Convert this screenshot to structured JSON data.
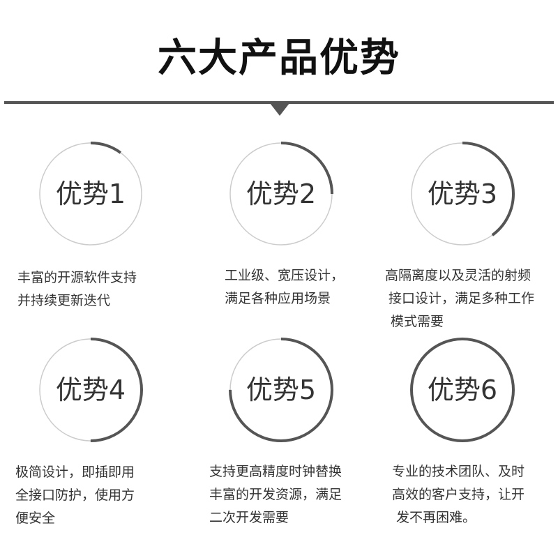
{
  "header": {
    "title": "六大产品优势"
  },
  "colors": {
    "accent": "#555555",
    "ring": "#cccccc",
    "text": "#333333"
  },
  "advantages": [
    {
      "label": "优势1",
      "lines": [
        "丰富的开源软件支持",
        "并持续更新迭代"
      ],
      "progress": 0.1
    },
    {
      "label": "优势2",
      "lines": [
        "工业级、宽压设计，",
        "满足各种应用场景"
      ],
      "progress": 0.25
    },
    {
      "label": "优势3",
      "lines": [
        "高隔离度以及灵活的射频",
        "接口设计，满足多种工作",
        "模式需要"
      ],
      "progress": 0.4
    },
    {
      "label": "优势4",
      "lines": [
        "极简设计，即插即用",
        "全接口防护，使用方",
        "便安全"
      ],
      "progress": 0.5
    },
    {
      "label": "优势5",
      "lines": [
        "支持更高精度时钟替换",
        "丰富的开发资源，满足",
        "二次开发需要"
      ],
      "progress": 0.75
    },
    {
      "label": "优势6",
      "lines": [
        "专业的技术团队、及时",
        "高效的客户支持，让开",
        "发不再困难。"
      ],
      "progress": 1.0
    }
  ]
}
